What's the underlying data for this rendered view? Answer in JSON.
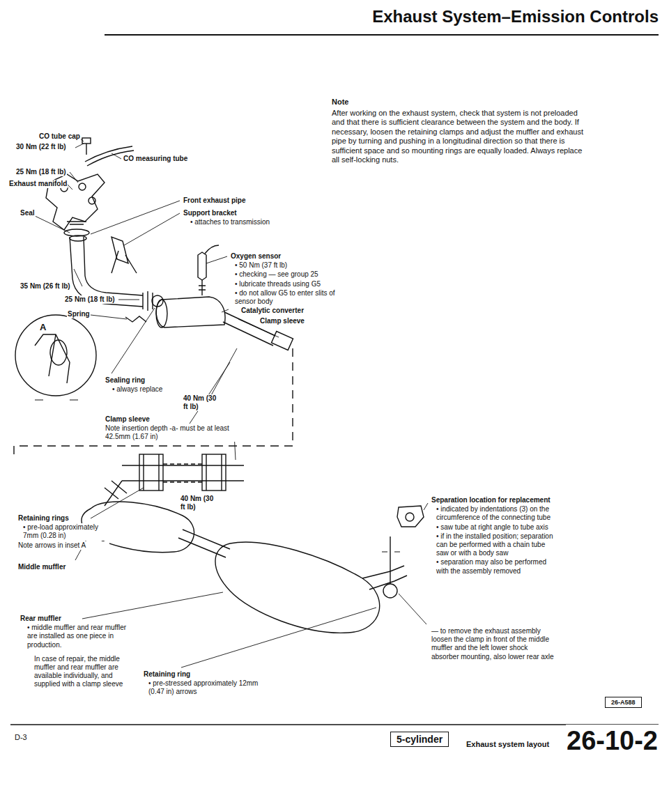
{
  "diagram": {
    "title": "Exhaust System–Emission Controls",
    "nodes": [
      {
        "text": [
          "5-cylinder"
        ]
      },
      {
        "text": [
          "26-A588"
        ]
      }
    ],
    "labels": [
      "Note",
      "After working on the exhaust system, check that system is not preloaded and that there is sufficient clearance between the system and the body. If necessary, loosen the retaining clamps and adjust the muffler and exhaust pipe by turning and pushing in a longitudinal direction so that there is sufficient space and so mounting rings are equally loaded. Always replace all self-locking nuts.",
      "CO tube cap",
      "30 Nm (22 ft lb)",
      "CO measuring tube",
      "25 Nm (18 ft lb)",
      "Exhaust manifold",
      "Seal",
      "Front exhaust pipe",
      "Support bracket",
      "• attaches to transmission",
      "35 Nm (26 ft lb)",
      "25 Nm (18 ft lb)",
      "Spring",
      "Oxygen sensor",
      "• 50 Nm (37 ft lb)",
      "• checking — see group 25",
      "• lubricate threads using G5",
      "• do not allow G5 to enter slits of sensor body",
      "Catalytic converter",
      "Clamp sleeve",
      "Sealing ring",
      "• always replace",
      "A",
      "40 Nm (30 ft lb)",
      "Clamp sleeve",
      "Note insertion depth -a- must be at least 42.5mm (1.67 in)",
      "40 Nm (30 ft lb)",
      "Retaining rings",
      "• pre-load approximately 7mm (0.28 in)",
      "Note arrows in inset A",
      "Middle muffler",
      "Rear muffler",
      "• middle muffler and rear muffler are installed as one piece in production.",
      "In case of repair, the middle muffler and rear muffler are available individually, and supplied with a clamp sleeve",
      "Separation location for replacement",
      "• indicated by indentations (3) on the circumference of the connecting tube",
      "• saw tube at right angle to tube axis",
      "• if in the installed position; separation can be performed with a chain tube saw or with a body saw",
      "• separation may also be performed with the assembly removed",
      "— to remove the exhaust assembly loosen the clamp in front of the middle muffler and the left lower shock absorber mounting, also lower rear axle",
      "Retaining ring",
      "• pre-stressed approximately 12mm (0.47 in) arrows",
      "D-3",
      "Exhaust system layout",
      "26-10-2"
    ]
  }
}
